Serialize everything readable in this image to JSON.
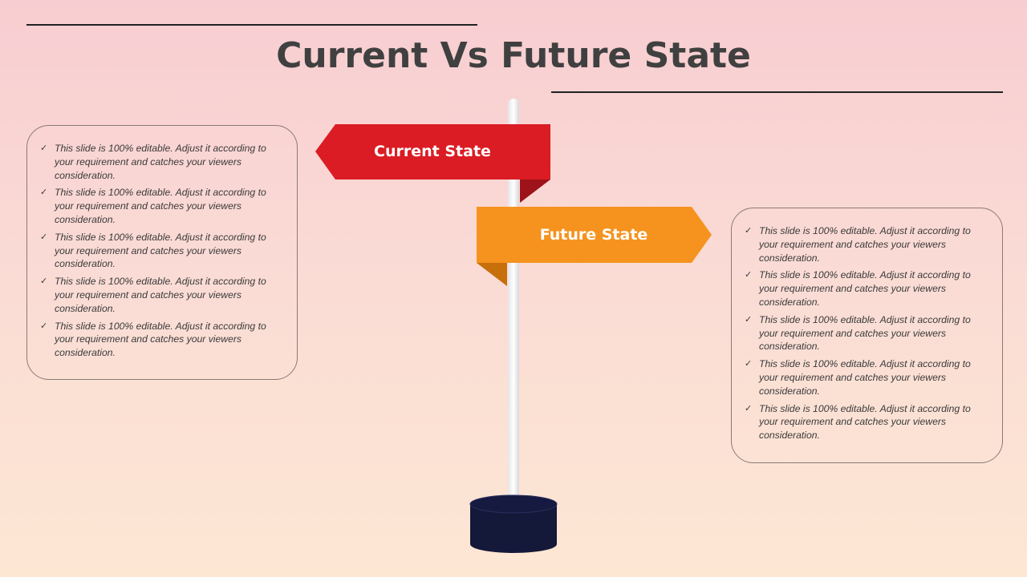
{
  "title": "Current Vs Future State",
  "signs": {
    "current": {
      "label": "Current State",
      "color": "#db1c24",
      "fold_color": "#9e1219"
    },
    "future": {
      "label": "Future State",
      "color": "#f5931e",
      "fold_color": "#c76f0a"
    }
  },
  "left_box": {
    "items": [
      "This slide is 100% editable. Adjust it according to your requirement and catches your viewers consideration.",
      "This slide is 100% editable. Adjust it according to your requirement and catches your viewers consideration.",
      "This slide is 100% editable. Adjust it according to your requirement and catches your viewers consideration.",
      "This slide is 100% editable. Adjust it according to your requirement and catches your viewers consideration.",
      "This slide is 100% editable. Adjust it according to your requirement and catches your viewers consideration."
    ]
  },
  "right_box": {
    "items": [
      "This slide is 100% editable. Adjust it according to your requirement and catches your viewers consideration.",
      "This slide is 100% editable. Adjust it according to your requirement and catches your viewers consideration.",
      "This slide is 100% editable. Adjust it according to your requirement and catches your viewers consideration.",
      "This slide is 100% editable. Adjust it according to your requirement and catches your viewers consideration.",
      "This slide is 100% editable. Adjust it according to your requirement and catches your viewers consideration."
    ]
  },
  "check_icon": "✓"
}
